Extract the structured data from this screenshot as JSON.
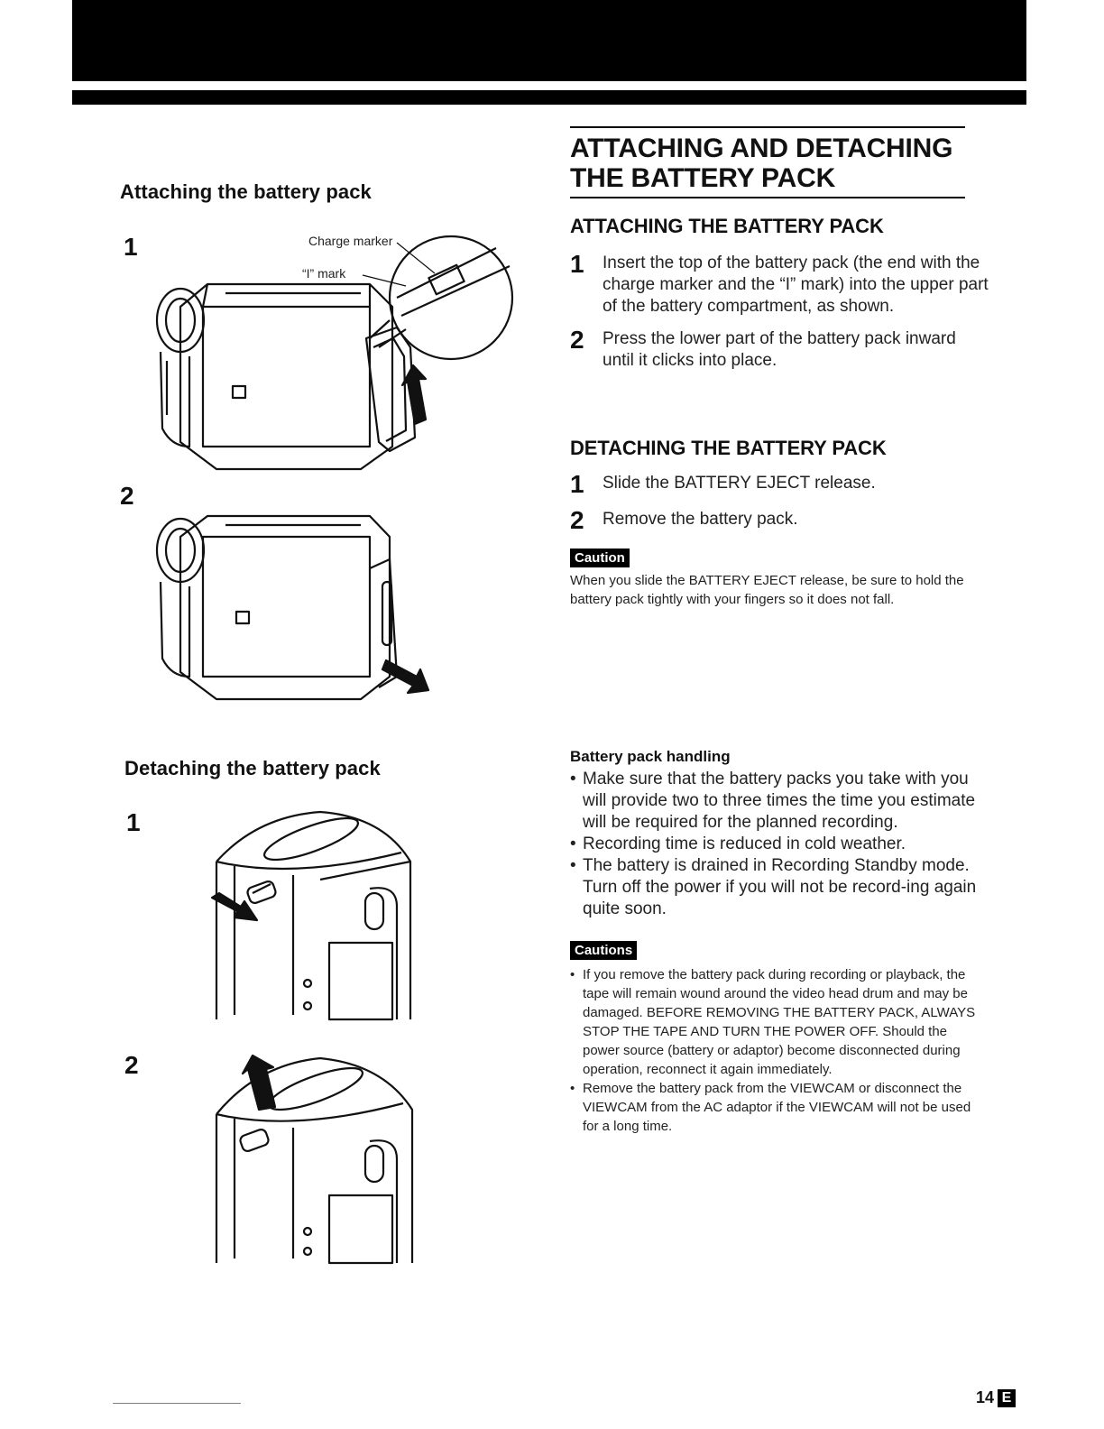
{
  "main_title": [
    "ATTACHING AND DETACHING",
    "THE BATTERY PACK"
  ],
  "attach_section": {
    "title": "ATTACHING THE BATTERY PACK",
    "steps": [
      {
        "num": "1",
        "text": "Insert the top of the battery pack (the end with the charge marker and the “I” mark) into the upper part of the battery compartment, as shown."
      },
      {
        "num": "2",
        "text": "Press the lower part of the battery pack inward until it clicks into place."
      }
    ]
  },
  "detach_section": {
    "title": "DETACHING THE BATTERY PACK",
    "steps": [
      {
        "num": "1",
        "text": "Slide the BATTERY EJECT release."
      },
      {
        "num": "2",
        "text": "Remove the battery pack."
      }
    ],
    "caution_label": "Caution",
    "caution_text": "When you slide the BATTERY EJECT release, be sure to hold the battery pack tightly with your fingers so it does not fall."
  },
  "handling": {
    "title": "Battery pack handling",
    "bullets": [
      "Make sure that the battery packs you take with you will provide two to three times the time you estimate will be required for the planned recording.",
      "Recording time is reduced in cold weather.",
      "The battery is drained in Recording Standby mode. Turn off the power if you will not be record-ing again quite soon."
    ]
  },
  "cautions": {
    "label": "Cautions",
    "bullets": [
      "If you remove the battery pack during recording or playback, the tape will remain wound around the video head drum and may be damaged. BEFORE REMOVING THE BATTERY PACK, ALWAYS STOP THE TAPE AND TURN THE POWER OFF. Should the power source (battery or adaptor) become disconnected during operation, reconnect it again immediately.",
      "Remove the battery pack from the VIEWCAM or disconnect the VIEWCAM from the AC adaptor if the VIEWCAM will not be used for a long time."
    ]
  },
  "left_attach": {
    "heading": "Attaching the battery pack",
    "fig1_num": "1",
    "fig2_num": "2",
    "callout_charge": "Charge marker",
    "callout_i": "“I” mark"
  },
  "left_detach": {
    "heading": "Detaching the battery pack",
    "fig1_num": "1",
    "fig2_num": "2"
  },
  "page_number": "14",
  "lang_badge": "E"
}
